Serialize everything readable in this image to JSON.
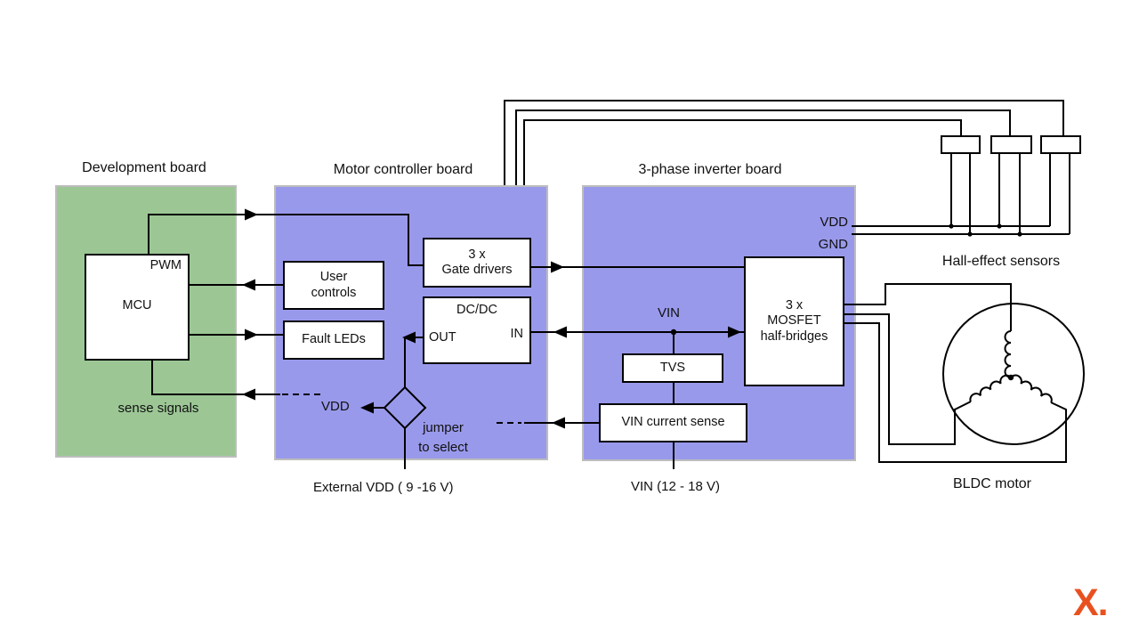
{
  "colors": {
    "dev_board": "#9cc795",
    "controller_board": "#9999ec",
    "board_border": "#bdbdbd",
    "line": "#000000",
    "logo": "#e8511f"
  },
  "titles": {
    "development": "Development board",
    "motor_controller": "Motor controller board",
    "inverter": "3-phase inverter board",
    "hall_sensors": "Hall-effect sensors",
    "bldc_motor": "BLDC motor"
  },
  "blocks": {
    "mcu": "MCU",
    "mcu_pwm_pin": "PWM",
    "user_controls": "User\ncontrols",
    "fault_leds": "Fault LEDs",
    "gate_drivers": "3 x\nGate drivers",
    "dcdc": "DC/DC",
    "dcdc_out_pin": "OUT",
    "dcdc_in_pin": "IN",
    "tvs": "TVS",
    "vin_current_sense": "VIN current sense",
    "mosfet": "3 x\nMOSFET\nhalf-bridges"
  },
  "labels": {
    "sense_signals": "sense signals",
    "vdd_jumper": "VDD",
    "jumper_note": "jumper\nto select",
    "external_vdd": "External VDD  ( 9 -16 V)",
    "vin_node": "VIN",
    "vin_supply": "VIN (12 - 18 V)",
    "vdd_pin": "VDD",
    "gnd_pin": "GND"
  },
  "logo": {
    "text": "X."
  }
}
